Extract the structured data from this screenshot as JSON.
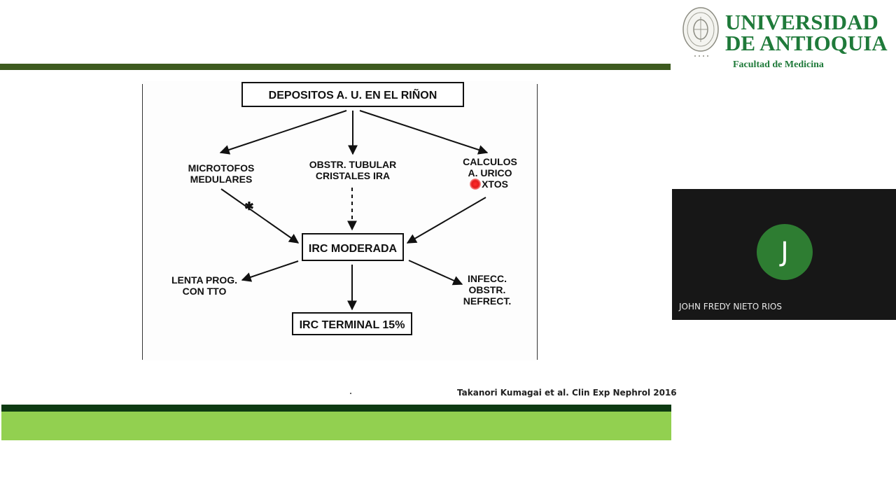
{
  "slide": {
    "diagram": {
      "nodes": {
        "root": "DEPOSITOS A. U. EN EL RIÑON",
        "micro_1": "MICROTOFOS",
        "micro_2": "MEDULARES",
        "obstr_1": "OBSTR. TUBULAR",
        "obstr_2": "CRISTALES IRA",
        "calc_1": "CALCULOS",
        "calc_2": "A. URICO",
        "calc_3": "XTOS",
        "asterisk": "✱",
        "moderate": "IRC MODERADA",
        "lenta_1": "LENTA PROG.",
        "lenta_2": "CON TTO",
        "infecc_1": "INFECC.",
        "infecc_2": "OBSTR.",
        "infecc_3": "NEFRECT.",
        "terminal": "IRC TERMINAL 15%"
      }
    },
    "citation": "Takanori Kumagai et al. Clin Exp Nephrol 2016",
    "colors": {
      "top_bar": "#3d5a1f",
      "bottom_dark": "#0e3a12",
      "bottom_green": "#92d050",
      "pointer": "#e41b1b"
    }
  },
  "logo": {
    "line1": "UNIVERSIDAD",
    "line2": "DE ANTIOQUIA",
    "faculty": "Facultad de Medicina",
    "seal_icon": "university-seal-icon",
    "color": "#1f7a3a"
  },
  "participant": {
    "initial": "J",
    "name": "JOHN FREDY NIETO RIOS",
    "avatar_color": "#2e7d32"
  }
}
